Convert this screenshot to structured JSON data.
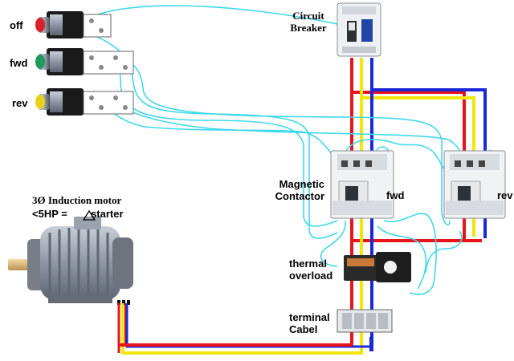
{
  "diagram": {
    "pushbuttons": [
      {
        "label": "off",
        "color": "#d8232a"
      },
      {
        "label": "fwd",
        "color": "#1f9a5a"
      },
      {
        "label": "rev",
        "color": "#e8d21c"
      }
    ],
    "breaker": {
      "line1": "Circuit",
      "line2": "Breaker"
    },
    "contactor_label": {
      "line1": "Magnetic",
      "line2": "Contactor"
    },
    "contactor_fwd": "fwd",
    "contactor_rev": "rev",
    "overload": {
      "line1": "thermal",
      "line2": "overload"
    },
    "terminal": {
      "line1": "terminal",
      "line2": "Cabel"
    },
    "motor": {
      "line1": "3Ø Induction motor",
      "line2_prefix": "<5HP = ",
      "line2_suffix": " starter"
    },
    "colors": {
      "phase_red": "#e8141c",
      "phase_yellow": "#f2e60a",
      "phase_blue": "#1a28d8",
      "control_wire": "#3fd8ea"
    }
  }
}
